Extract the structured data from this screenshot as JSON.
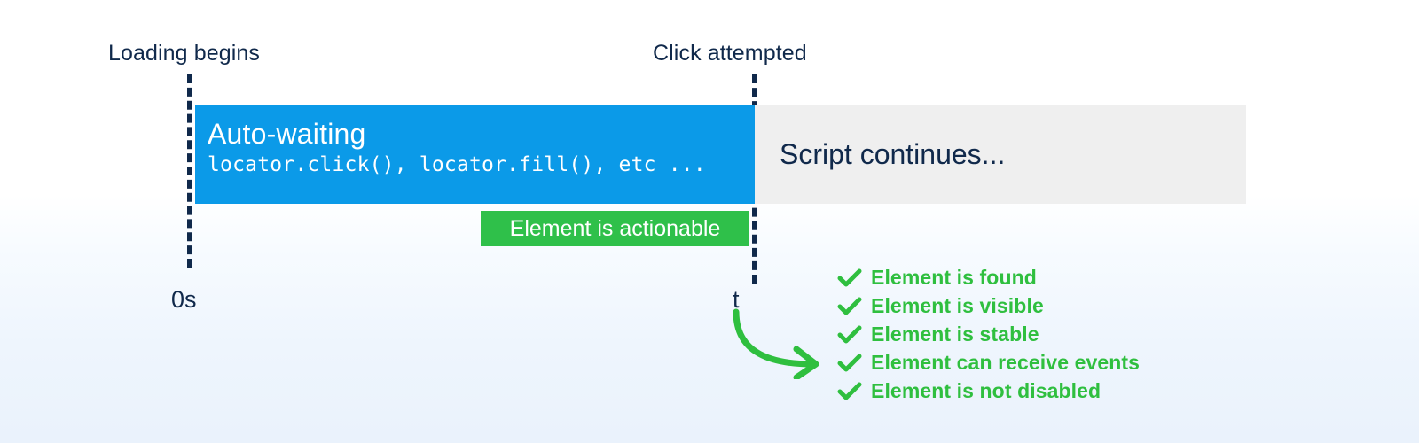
{
  "timeline": {
    "start_label": "Loading begins",
    "end_label": "Click attempted",
    "start_tick": "0s",
    "end_tick": "t"
  },
  "bars": {
    "autowaiting": {
      "title": "Auto-waiting",
      "code": "locator.click(), locator.fill(), etc ...",
      "color": "#0b9ae8"
    },
    "script": {
      "title": "Script continues...",
      "color": "#efefef"
    }
  },
  "badge": {
    "label": "Element is actionable",
    "color": "#2fc04a"
  },
  "checklist": {
    "color": "#2fbf3f",
    "items": [
      {
        "label": "Element is found",
        "icon": "check-icon"
      },
      {
        "label": "Element is visible",
        "icon": "check-icon"
      },
      {
        "label": "Element is stable",
        "icon": "check-icon"
      },
      {
        "label": "Element can receive events",
        "icon": "check-icon"
      },
      {
        "label": "Element is not disabled",
        "icon": "check-icon"
      }
    ]
  },
  "arrow": {
    "icon": "curved-arrow-icon",
    "color": "#2fbf3f"
  },
  "theme": {
    "text_dark": "#10294b",
    "background_top": "#ffffff",
    "background_bottom": "#eaf2fc"
  }
}
